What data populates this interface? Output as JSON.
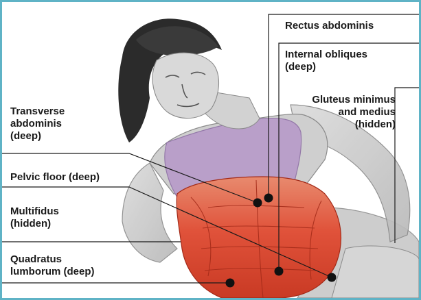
{
  "diagram": {
    "labels": {
      "rectus_abdominis": "Rectus abdominis",
      "internal_obliques": "Internal obliques\n(deep)",
      "gluteus": "Gluteus minimus\nand medius\n(hidden)",
      "transverse_abdominis": "Transverse\nabdominis\n(deep)",
      "pelvic_floor": "Pelvic floor (deep)",
      "multifidus": "Multifidus\n(hidden)",
      "quadratus_lumborum": "Quadratus\nlumborum (deep)"
    },
    "colors": {
      "frame": "#5fb3c6",
      "muscle_red": "#e0523a",
      "torso_purple": "#b79ac9",
      "hair": "#2b2b2b",
      "skin_grey": "#c9c9c9",
      "outline": "#8a8a8a",
      "leader_line": "#1a1a1a",
      "marker": "#111111"
    }
  }
}
